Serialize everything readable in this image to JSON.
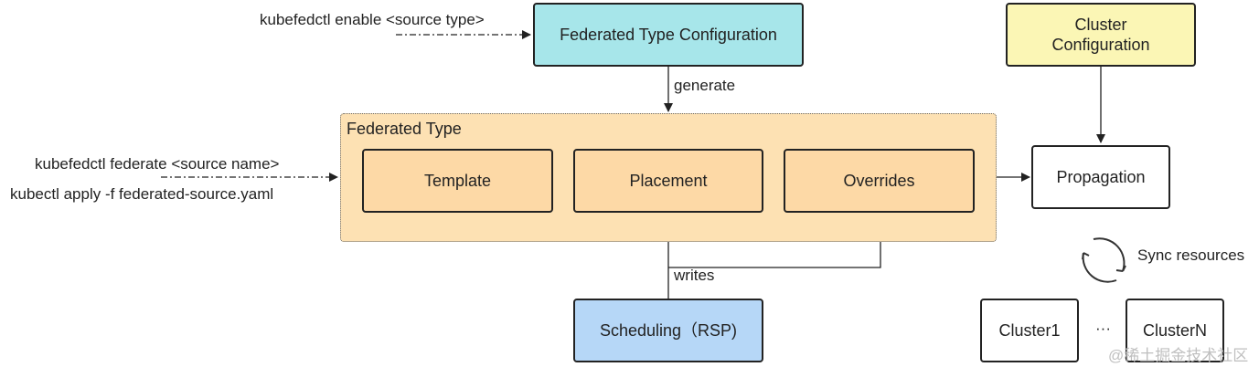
{
  "commands": {
    "enable": "kubefedctl enable <source type>",
    "federate": "kubefedctl federate <source name>",
    "apply": "kubectl apply -f federated-source.yaml"
  },
  "nodes": {
    "federated_type_configuration": "Federated Type Configuration",
    "cluster_configuration": "Cluster\nConfiguration",
    "federated_type": "Federated Type",
    "template": "Template",
    "placement": "Placement",
    "overrides": "Overrides",
    "propagation": "Propagation",
    "scheduling": "Scheduling（RSP)",
    "cluster1": "Cluster1",
    "ellipsis": "···",
    "clusterN": "ClusterN"
  },
  "edge_labels": {
    "generate": "generate",
    "writes": "writes",
    "sync_resources": "Sync resources"
  },
  "watermark": "@稀土掘金技术社区",
  "colors": {
    "teal": "#a7e6ea",
    "yellow": "#fbf6b5",
    "peach": "#fdd9a6",
    "group_fill": "#fde1b3",
    "blue": "#b6d7f7",
    "stroke": "#222222"
  }
}
